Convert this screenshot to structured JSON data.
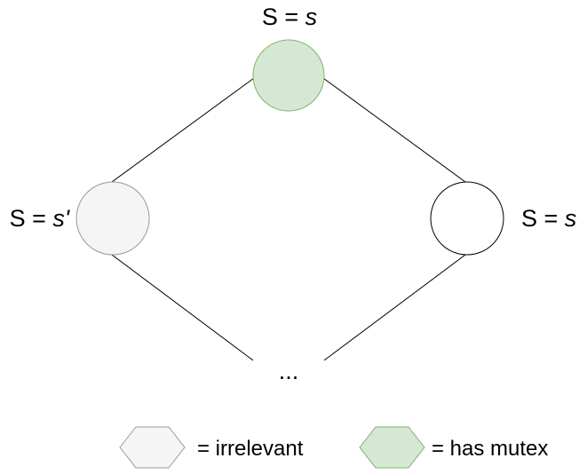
{
  "diagram": {
    "top_node": {
      "label_plain": "S =",
      "label_var": "s"
    },
    "left_node": {
      "label_plain": "S =",
      "label_var": "s'"
    },
    "right_node": {
      "label_plain": "S =",
      "label_var": "s"
    },
    "ellipsis": "...",
    "colors": {
      "has_mutex_fill": "#d5e8d4",
      "has_mutex_stroke": "#82b366",
      "irrelevant_fill": "#f5f5f5",
      "irrelevant_stroke": "#999999",
      "plain_fill": "#ffffff",
      "plain_stroke": "#000000",
      "edge": "#000000",
      "text": "#000000"
    }
  },
  "legend": {
    "irrelevant": "= irrelevant",
    "has_mutex": "= has mutex"
  }
}
